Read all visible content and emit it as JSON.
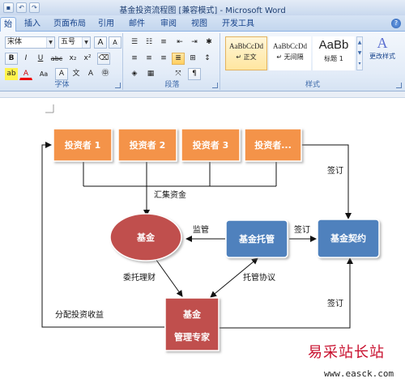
{
  "window": {
    "title": "基金投资流程图 [兼容模式] - Microsoft Word"
  },
  "tabs": [
    {
      "label": "始",
      "active": true
    },
    {
      "label": "插入",
      "active": false
    },
    {
      "label": "页面布局",
      "active": false
    },
    {
      "label": "引用",
      "active": false
    },
    {
      "label": "邮件",
      "active": false
    },
    {
      "label": "审阅",
      "active": false
    },
    {
      "label": "视图",
      "active": false
    },
    {
      "label": "开发工具",
      "active": false
    }
  ],
  "ribbon": {
    "font": {
      "font_name": "宋体",
      "font_size": "五号",
      "group_label": "字体",
      "bold": "B",
      "italic": "I",
      "underline": "U",
      "strike": "abc",
      "subscript": "x₂",
      "superscript": "x²",
      "change_case": "Aa",
      "font_color": "A",
      "grow": "A",
      "shrink": "A",
      "char_border": "A"
    },
    "paragraph": {
      "group_label": "段落"
    },
    "styles": {
      "group_label": "样式",
      "items": [
        {
          "sample": "AaBbCcDd",
          "name": "↵ 正文",
          "selected": true
        },
        {
          "sample": "AaBbCcDd",
          "name": "↵ 无间隔",
          "selected": false
        },
        {
          "sample": "AaBb",
          "name": "标题 1",
          "selected": false
        }
      ],
      "change_styles_label": "更改样式"
    }
  },
  "diagram": {
    "investors": [
      "投资者 1",
      "投资者 2",
      "投资者 3",
      "投资者..."
    ],
    "fund": "基金",
    "custodian": "基金托管",
    "contract": "基金契约",
    "manager_line1": "基金",
    "manager_line2": "管理专家",
    "labels": {
      "pool": "汇集资金",
      "supervise": "监管",
      "sign_top": "签订",
      "sign_mid": "签订",
      "sign_bottom": "签订",
      "entrust": "委托理财",
      "custody": "托管协议",
      "distribute": "分配投资收益"
    },
    "colors": {
      "investor": "#f4934a",
      "fund": "#c0504d",
      "blue_box": "#4f81bd",
      "manager": "#c0504d"
    }
  },
  "watermark": {
    "title": "易采站长站",
    "url": "www.easck.com"
  }
}
